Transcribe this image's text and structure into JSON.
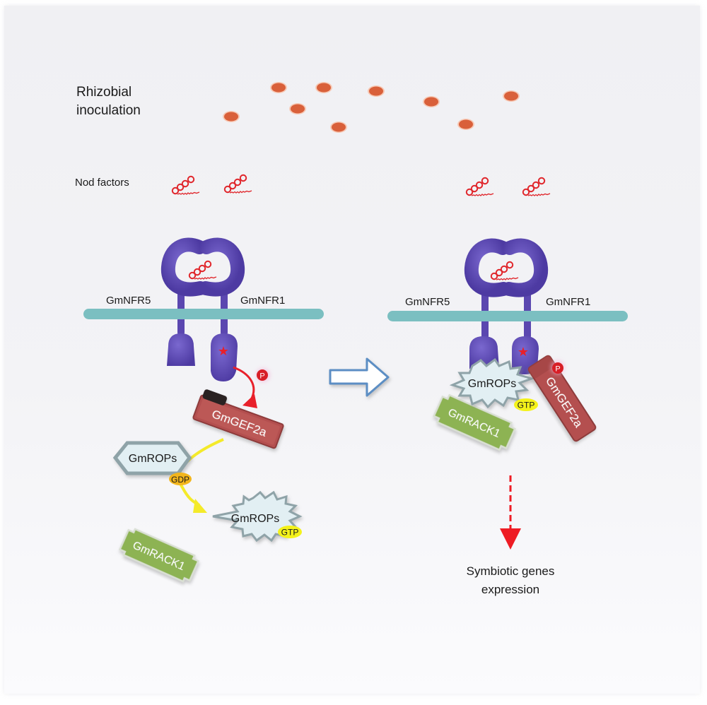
{
  "labels": {
    "rhizobial_line1": "Rhizobial",
    "rhizobial_line2": "inoculation",
    "nod_factors": "Nod factors",
    "left_nfr5": "GmNFR5",
    "left_nfr1": "GmNFR1",
    "right_nfr5": "GmNFR5",
    "right_nfr1": "GmNFR1",
    "phospho": "P",
    "left_gef": "GmGEF2a",
    "left_rops_gdp": "GmROPs",
    "gdp": "GDP",
    "left_rops_gtp": "GmROPs",
    "left_gtp": "GTP",
    "left_rack": "GmRACK1",
    "right_rops": "GmROPs",
    "right_gtp": "GTP",
    "right_gef": "GmGEF2a",
    "right_phospho": "P",
    "right_rack": "GmRACK1",
    "output_line1": "Symbiotic genes",
    "output_line2": "expression"
  },
  "colors": {
    "bacteria": "#d9603a",
    "bacteria_halo": "#f7c9b5",
    "nod_factor": "#e0262b",
    "membrane": "#7bbfc1",
    "receptor": "#5b47b0",
    "receptor_star": "#e8202a",
    "phospho": "#d81e26",
    "gef": "#b4504f",
    "rops_fill": "#e2eff3",
    "rops_stroke": "#8fa3a8",
    "gdp": "#f2b51c",
    "gtp": "#f4f21a",
    "rack": "#8db352",
    "transition_arrow": "#5b8ec4",
    "output_arrow": "#ee1c24",
    "yellow_arrow": "#f4ea2a"
  },
  "bacteria_count": 9,
  "nod_factor_count": 4
}
